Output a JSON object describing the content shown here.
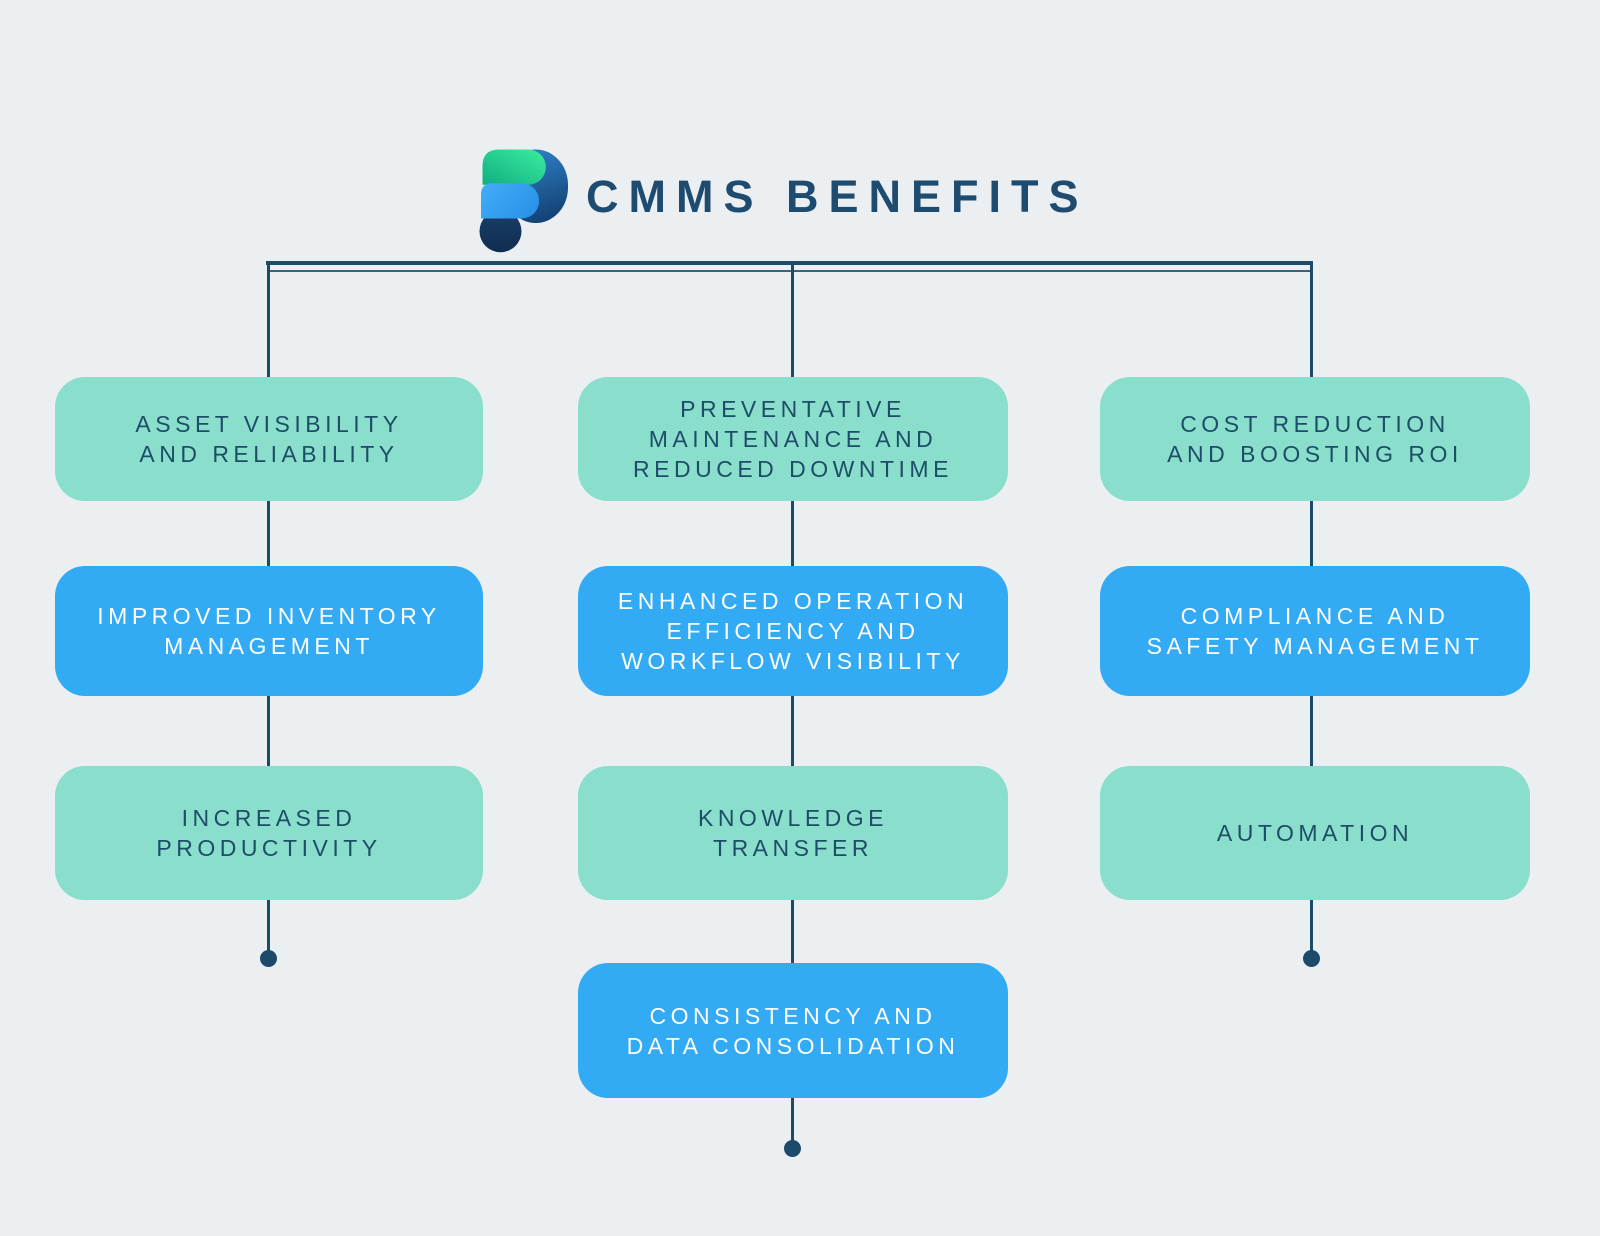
{
  "header": {
    "title": "CMMS BENEFITS",
    "logo": "p-shaped brand mark"
  },
  "colors": {
    "background": "#eceff2",
    "teal_box": "#89dfcc",
    "blue_box": "#33aaf4",
    "navy_line": "#1c4a6b",
    "title_text": "#1e4b70",
    "text_on_teal": "#1d4d68",
    "text_on_blue": "#fdfefe",
    "logo_green_start": "#0fae83",
    "logo_green_end": "#3cee9c",
    "logo_bowl_start": "#2f80c6",
    "logo_bowl_end": "#123f70",
    "logo_lightblue_start": "#45aef8",
    "logo_lightblue_end": "#2a93e8",
    "logo_navy": "#14365e"
  },
  "columns": [
    {
      "id": "left",
      "boxes": [
        {
          "label": "ASSET VISIBILITY\nAND RELIABILITY",
          "variant": "teal"
        },
        {
          "label": "IMPROVED INVENTORY\nMANAGEMENT",
          "variant": "blue"
        },
        {
          "label": "INCREASED\nPRODUCTIVITY",
          "variant": "teal"
        }
      ]
    },
    {
      "id": "center",
      "boxes": [
        {
          "label": "PREVENTATIVE\nMAINTENANCE AND\nREDUCED DOWNTIME",
          "variant": "teal"
        },
        {
          "label": "ENHANCED OPERATION\nEFFICIENCY AND\nWORKFLOW VISIBILITY",
          "variant": "blue"
        },
        {
          "label": "KNOWLEDGE\nTRANSFER",
          "variant": "teal"
        },
        {
          "label": "CONSISTENCY AND\nDATA CONSOLIDATION",
          "variant": "blue"
        }
      ]
    },
    {
      "id": "right",
      "boxes": [
        {
          "label": "COST REDUCTION\nAND BOOSTING ROI",
          "variant": "teal"
        },
        {
          "label": "COMPLIANCE AND\nSAFETY MANAGEMENT",
          "variant": "blue"
        },
        {
          "label": "AUTOMATION",
          "variant": "teal"
        }
      ]
    }
  ]
}
